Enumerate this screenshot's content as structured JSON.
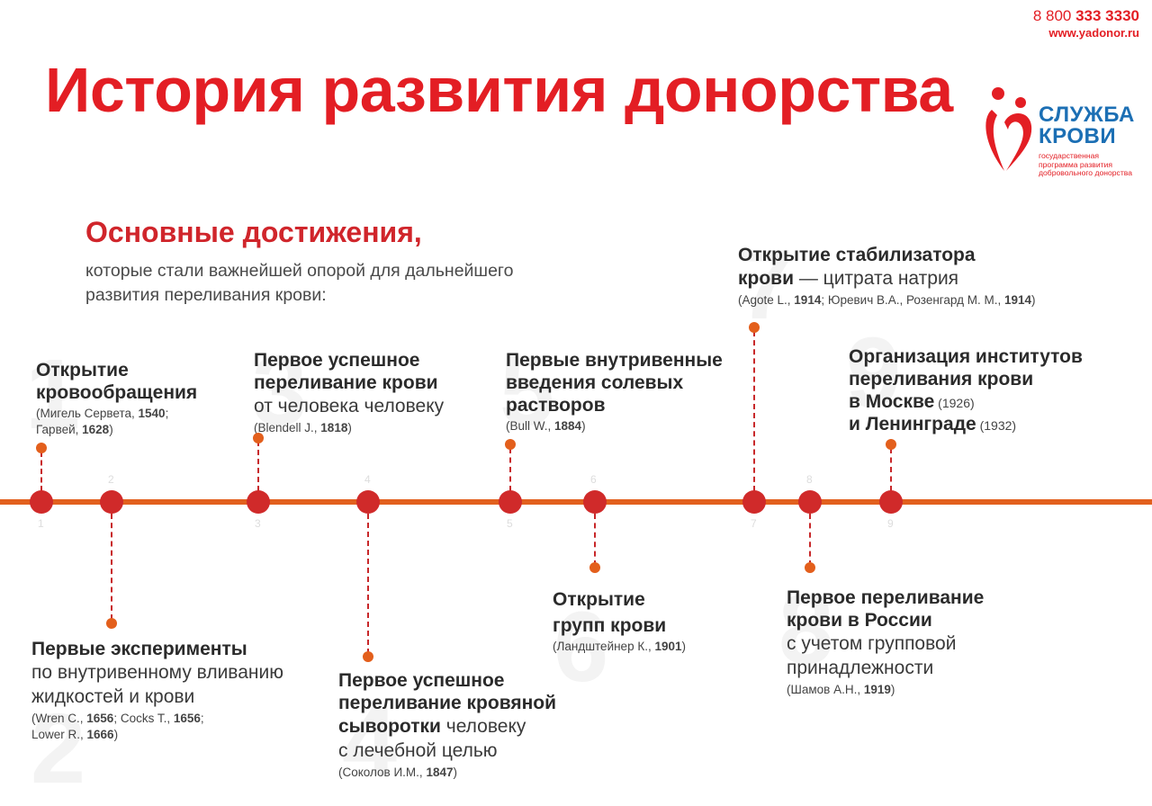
{
  "contact": {
    "phone_prefix": "8 800 ",
    "phone_main": "333 3330",
    "site": "www.yadonor.ru"
  },
  "header": {
    "title": "История развития донорства"
  },
  "logo": {
    "word1": "СЛУЖБА",
    "word2": "КРОВИ",
    "tagline1": "государственная",
    "tagline2": "программа развития",
    "tagline3": "добровольного донорства"
  },
  "intro": {
    "title": "Основные достижения,",
    "line1": "которые стали важнейшей опорой для дальнейшего",
    "line2": "развития переливания крови:"
  },
  "ticks": [
    "1",
    "2",
    "3",
    "4",
    "5",
    "6",
    "7",
    "8",
    "9"
  ],
  "events": [
    {
      "h1": "Открытие",
      "h2": "кровообращения",
      "c1a": "(Мигель Сервета, ",
      "c1b": "1540",
      "c1c": ";",
      "c2a": "Гарвей, ",
      "c2b": "1628",
      "c2c": ")"
    },
    {
      "h1": "Первые эксперименты",
      "n1": "по внутривенному вливанию",
      "n2": "жидкостей и крови",
      "c1a": "(Wren C., ",
      "c1b": "1656",
      "c1c": "; Cocks T., ",
      "c1d": "1656",
      "c1e": ";",
      "c2a": "Lower R., ",
      "c2b": "1666",
      "c2c": ")"
    },
    {
      "h1": "Первое успешное",
      "h2": "переливание крови",
      "n1": "от человека человеку",
      "ca": "(Blendell J., ",
      "cb": "1818",
      "cc": ")"
    },
    {
      "h1": "Первое успешное",
      "h2": "переливание кровяной",
      "h3": "сыворотки",
      "n3": " человеку",
      "n4": "с лечебной целью",
      "ca": "(Соколов И.М., ",
      "cb": "1847",
      "cc": ")"
    },
    {
      "h1": "Первые внутривенные",
      "h2": "введения солевых",
      "h3": "растворов",
      "ca": "(Bull W., ",
      "cb": "1884",
      "cc": ")"
    },
    {
      "h1": "Открытие",
      "h2": "групп крови",
      "ca": "(Ландштейнер К., ",
      "cb": "1901",
      "cc": ")"
    },
    {
      "h1": "Открытие стабилизатора",
      "h2": "крови",
      "n2": " — цитрата натрия",
      "ca": "(Agote L., ",
      "cb": "1914",
      "cc": "; Юревич В.А., Розенгард М. М., ",
      "cd": "1914",
      "ce": ")"
    },
    {
      "h1": "Первое переливание",
      "h2": "крови в России",
      "n3": " с учетом групповой",
      "n4": "принадлежности",
      "ca": "(Шамов А.Н., ",
      "cb": "1919",
      "cc": ")"
    },
    {
      "h1": "Организация институтов",
      "h2": "переливания крови",
      "h3": "в Москве",
      "y3": " (1926)",
      "h4": "и Ленинграде",
      "y4": " (1932)"
    }
  ]
}
